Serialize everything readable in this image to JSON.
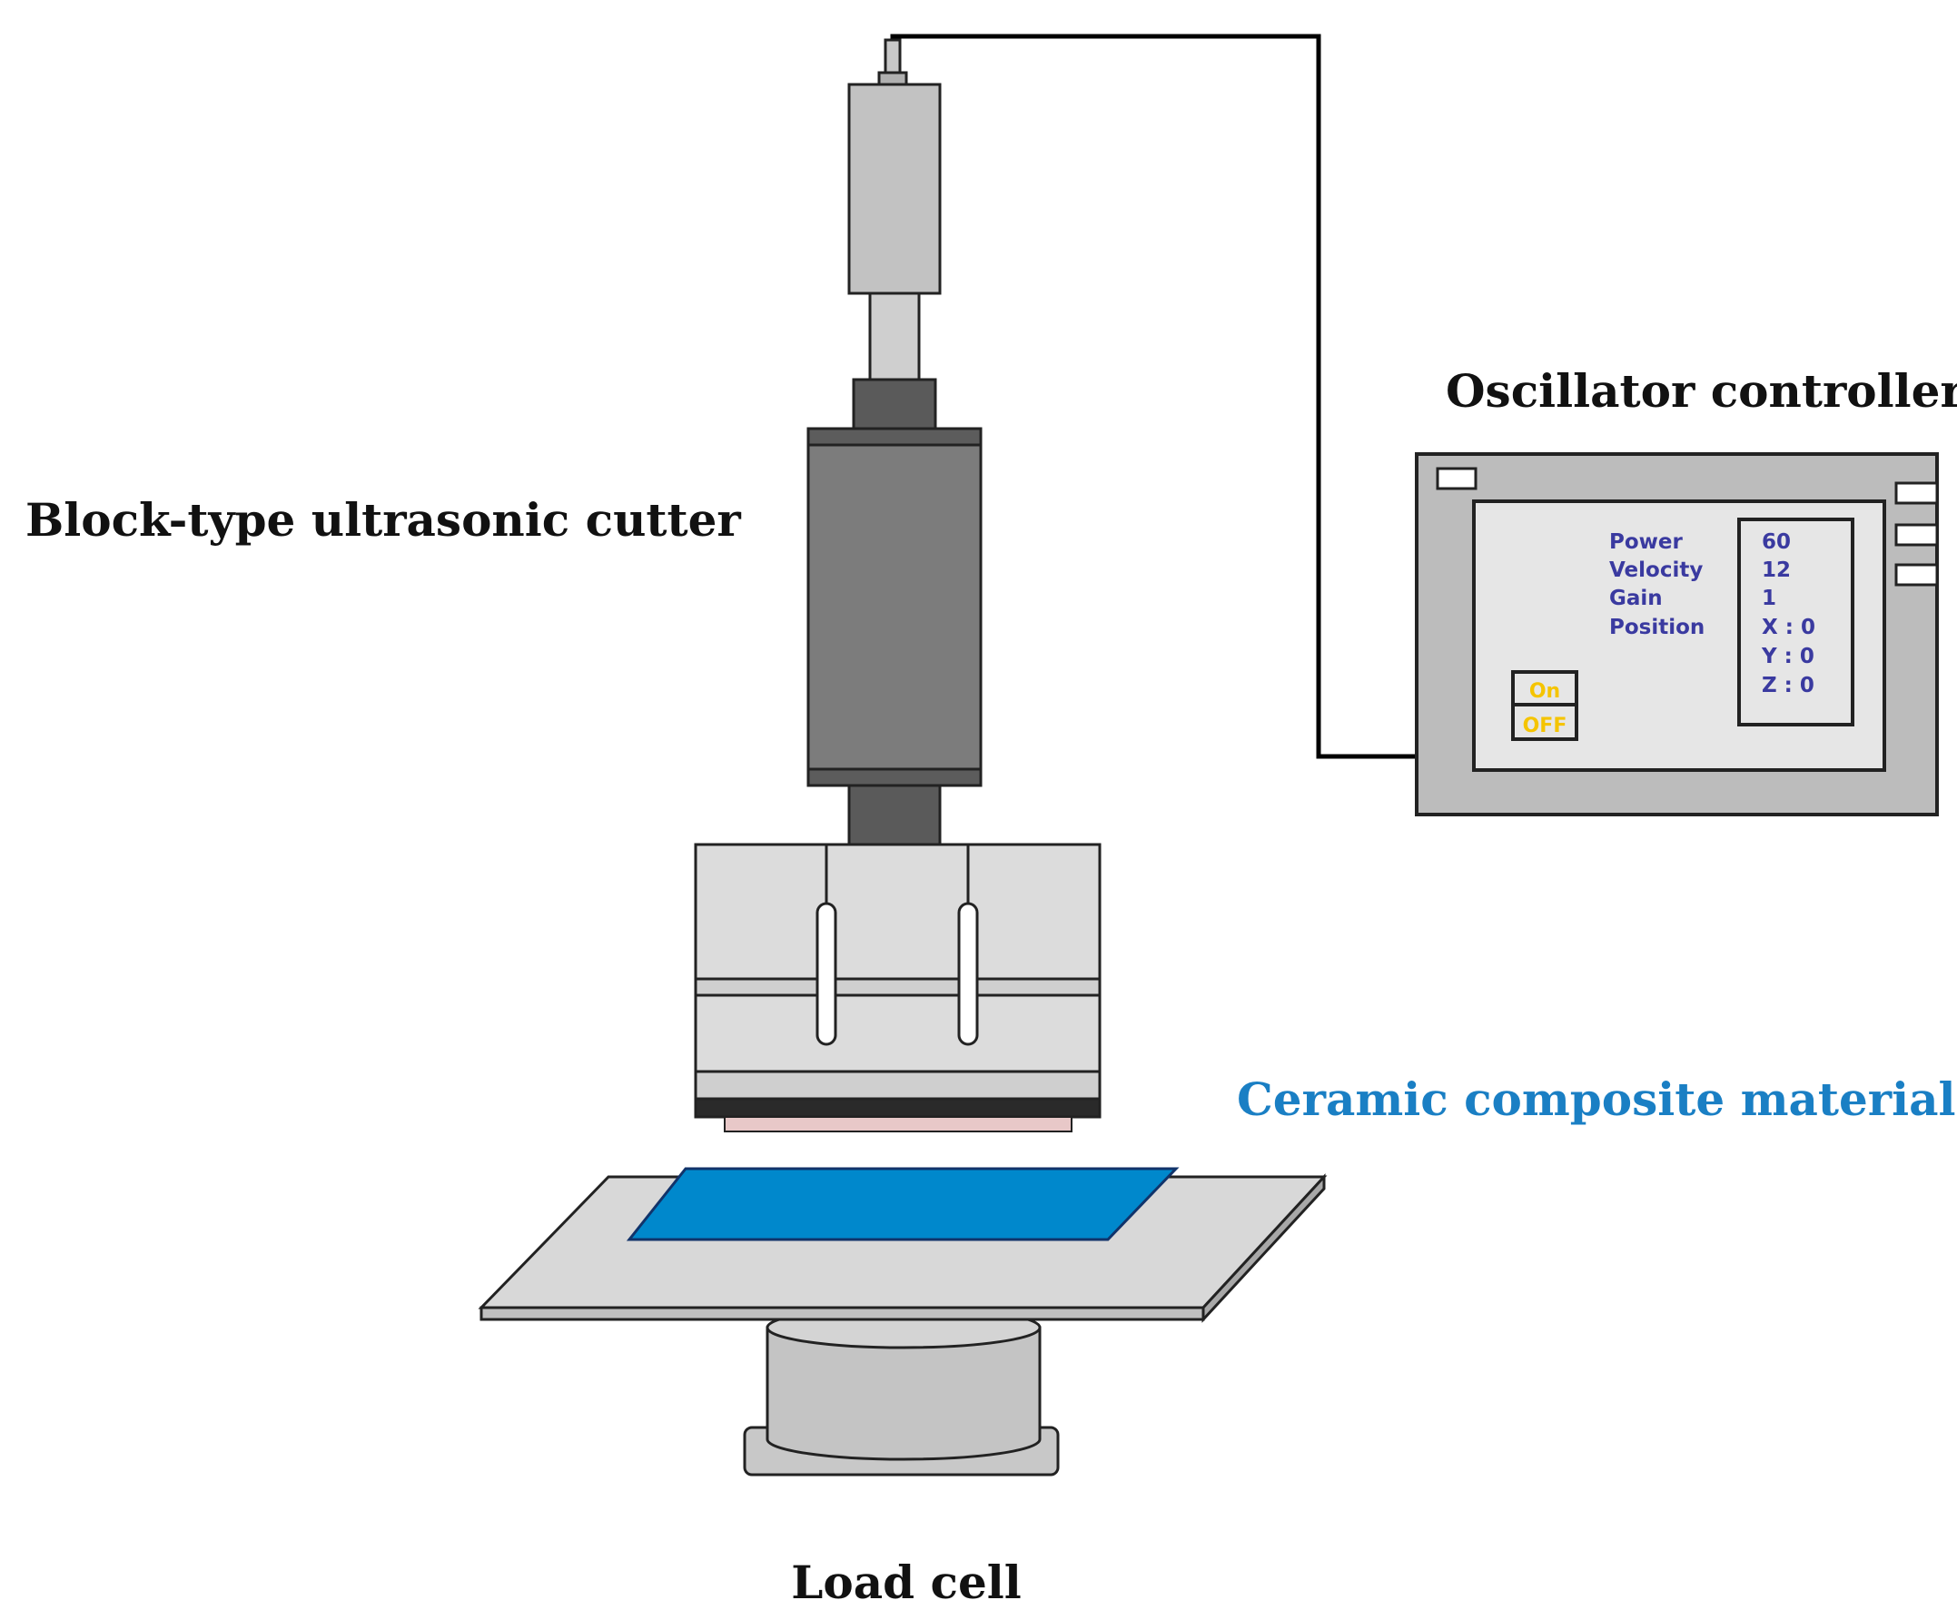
{
  "labels": {
    "cutter": "Block-type ultrasonic cutter",
    "oscillator": "Oscillator controller",
    "material": "Ceramic composite material",
    "load_cell": "Load cell"
  },
  "controller": {
    "params": [
      {
        "name": "Power",
        "value": "60"
      },
      {
        "name": "Velocity",
        "value": "12"
      },
      {
        "name": "Gain",
        "value": "1"
      },
      {
        "name": "Position",
        "value": "X : 0"
      }
    ],
    "extra_values": [
      "Y : 0",
      "Z : 0"
    ],
    "on_label": "On",
    "off_label": "OFF"
  },
  "colors": {
    "material": "#0088cc",
    "material_label": "#1a7fc4",
    "screen_text": "#3a3aa0",
    "switch_text": "#f5c400"
  }
}
